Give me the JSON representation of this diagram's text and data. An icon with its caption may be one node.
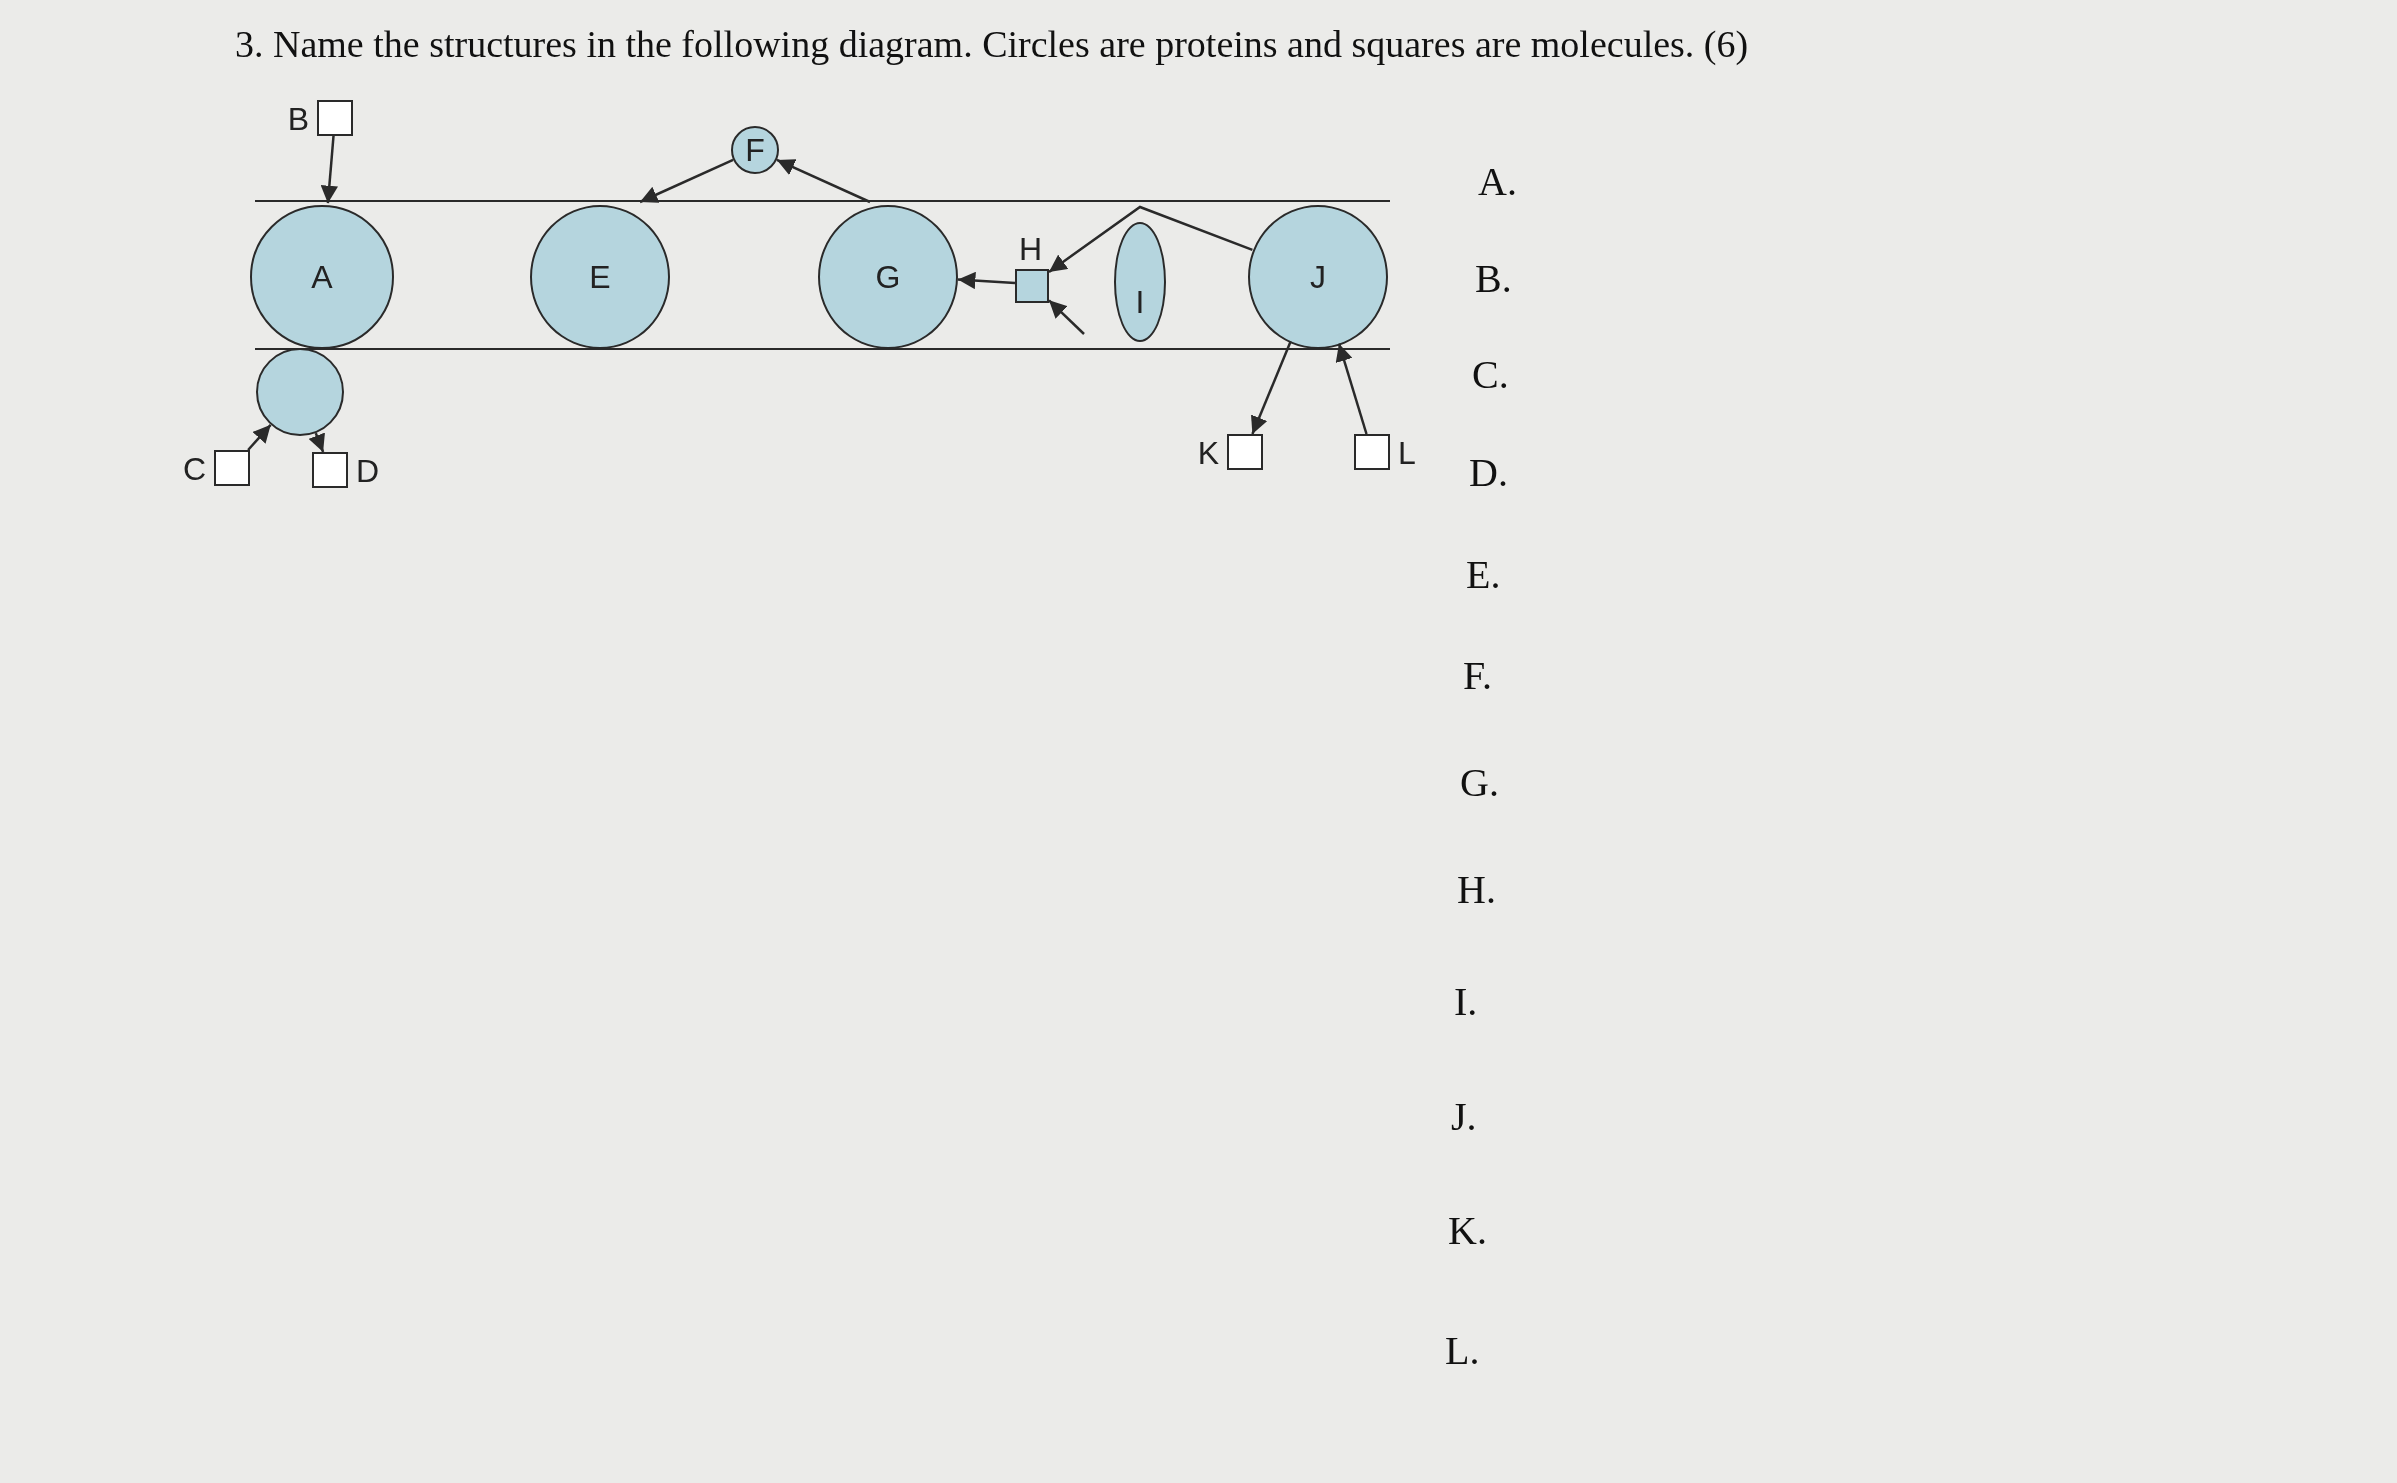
{
  "diagram": {
    "title": "3. Name the structures in the following diagram. Circles are proteins and squares are molecules. (6)",
    "nodes": [
      {
        "text": [
          "B"
        ]
      },
      {
        "text": [
          "F"
        ]
      },
      {
        "text": [],
        "shape": "band"
      },
      {
        "text": [
          "A"
        ],
        "in": 2
      },
      {
        "text": [
          "E"
        ],
        "in": 2
      },
      {
        "text": [
          "G"
        ],
        "in": 2
      },
      {
        "text": [
          "H"
        ],
        "in": 2
      },
      {
        "text": [
          "I"
        ],
        "in": 2
      },
      {
        "text": [
          "J"
        ],
        "in": 2
      },
      {
        "text": [],
        "shape": "circle"
      },
      {
        "text": [
          "C"
        ]
      },
      {
        "text": [
          "D"
        ]
      },
      {
        "text": [
          "K"
        ]
      },
      {
        "text": [
          "L"
        ]
      }
    ],
    "edges": [
      {
        "from": 0,
        "to": 3,
        "arrow": "to"
      },
      {
        "from": 1,
        "to": 2,
        "arrow": "to"
      },
      {
        "from": 2,
        "to": 1,
        "arrow": "to"
      },
      {
        "from": 6,
        "to": 5,
        "arrow": "to"
      },
      {
        "from": 8,
        "to": 6,
        "arrow": "to"
      },
      {
        "from": null,
        "to": 6,
        "arrow": "to"
      },
      {
        "from": 10,
        "to": 9,
        "arrow": "to"
      },
      {
        "from": 9,
        "to": 11,
        "arrow": "to"
      },
      {
        "from": 8,
        "to": 12,
        "arrow": "to"
      },
      {
        "from": 13,
        "to": 8,
        "arrow": "to"
      }
    ],
    "labels": [
      "A.",
      "B.",
      "C.",
      "D.",
      "E.",
      "F.",
      "G.",
      "H.",
      "I.",
      "J.",
      "K.",
      "L."
    ]
  }
}
